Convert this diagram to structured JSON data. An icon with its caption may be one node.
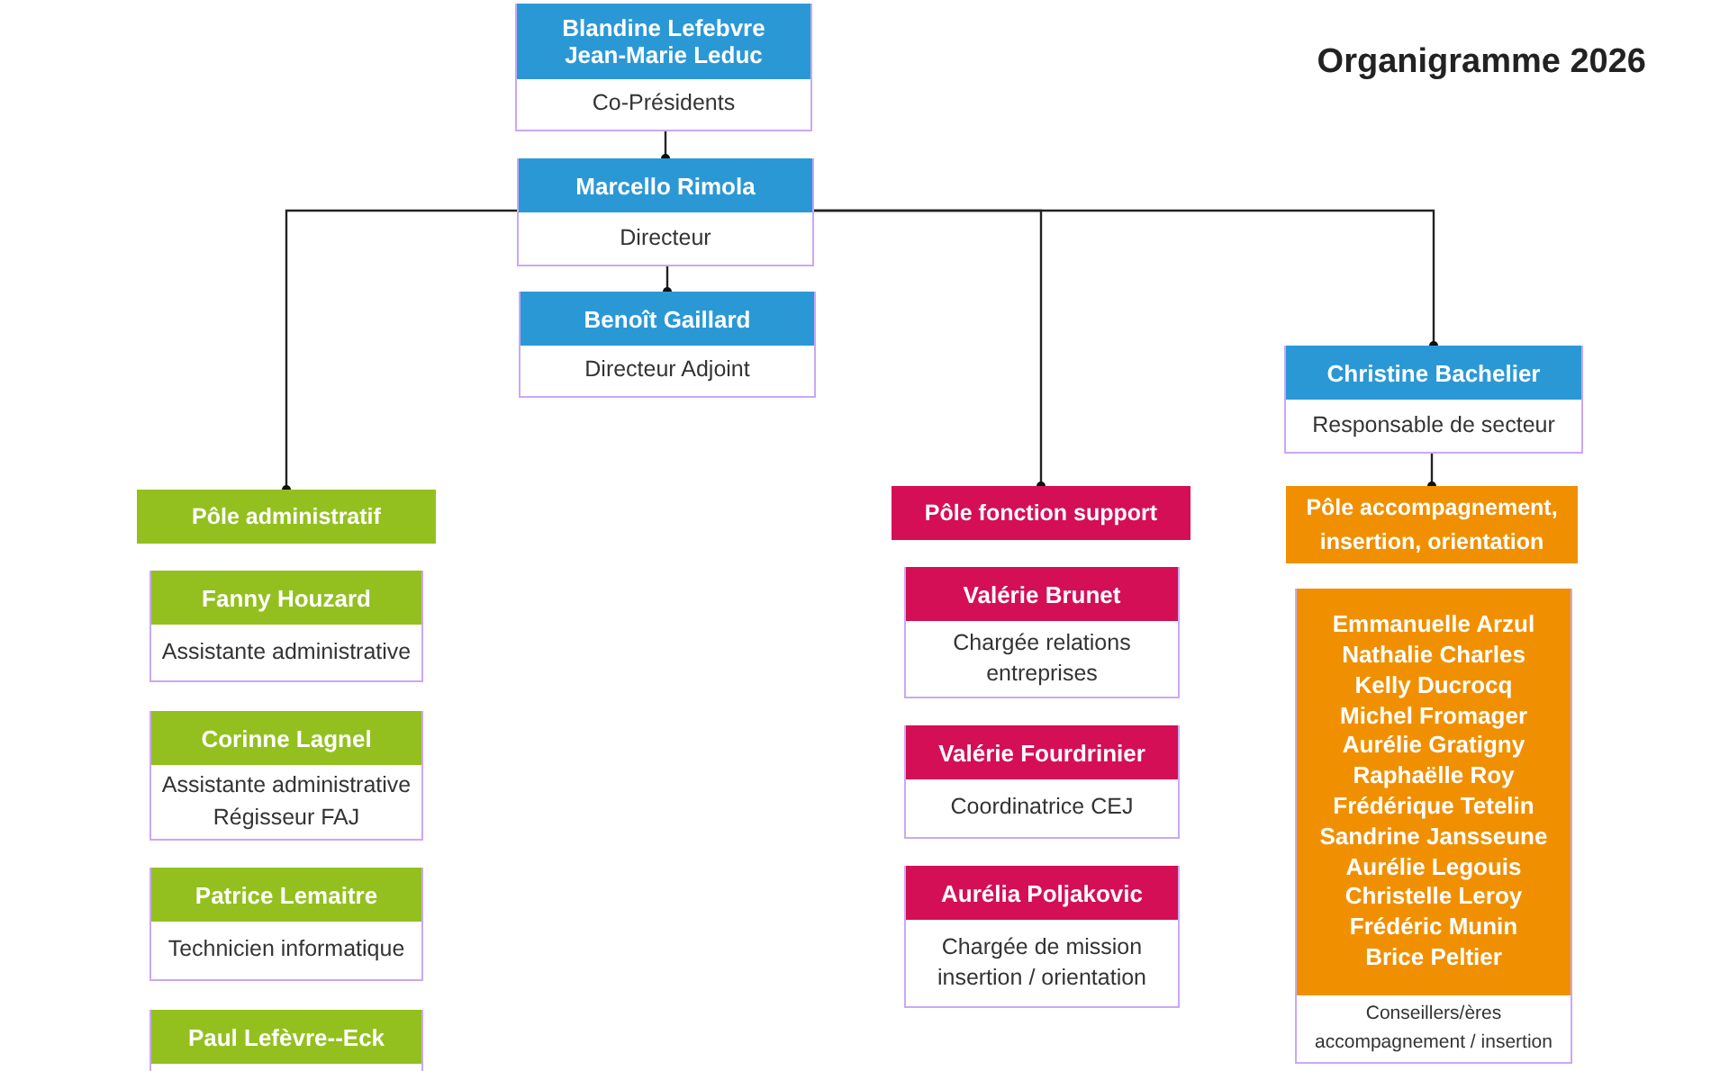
{
  "diagram": {
    "title": "Organigramme 2026",
    "nodes": [
      {
        "text": [
          "Blandine Lefebvre",
          "Jean-Marie Leduc",
          "Co-Présidents"
        ]
      },
      {
        "text": [
          "Marcello Rimola",
          "Directeur"
        ]
      },
      {
        "text": [
          "Benoît Gaillard",
          "Directeur Adjoint"
        ]
      },
      {
        "text": [
          "Pôle administratif"
        ]
      },
      {
        "text": [
          "Fanny Houzard",
          "Assistante administrative"
        ]
      },
      {
        "text": [
          "Corinne Lagnel",
          "Assistante administrative Régisseur FAJ"
        ]
      },
      {
        "text": [
          "Patrice Lemaitre",
          "Technicien informatique"
        ]
      },
      {
        "text": [
          "Paul Lefèvre--Eck"
        ]
      },
      {
        "text": [
          "Pôle fonction support"
        ]
      },
      {
        "text": [
          "Valérie Brunet",
          "Chargée relations entreprises"
        ]
      },
      {
        "text": [
          "Valérie Fourdrinier",
          "Coordinatrice CEJ"
        ]
      },
      {
        "text": [
          "Aurélia Poljakovic",
          "Chargée de mission insertion / orientation"
        ]
      },
      {
        "text": [
          "Christine Bachelier",
          "Responsable de secteur"
        ]
      },
      {
        "text": [
          "Pôle accompagnement, insertion, orientation"
        ]
      },
      {
        "text": [
          "Emmanuelle Arzul",
          "Nathalie Charles",
          "Kelly Ducrocq",
          "Michel Fromager",
          "Aurélie Gratigny",
          "Raphaëlle Roy",
          "Frédérique Tetelin",
          "Sandrine Jansseune",
          "Aurélie Legouis",
          "Christelle Leroy",
          "Frédéric Munin",
          "Brice Peltier",
          "Conseillers/ères accompagnement / insertion"
        ]
      }
    ],
    "edges": [
      {
        "from": 0,
        "to": 1,
        "arrow": "other"
      },
      {
        "from": 1,
        "to": 2,
        "arrow": "other"
      },
      {
        "from": 1,
        "to": 3,
        "arrow": "other"
      },
      {
        "from": 1,
        "to": 8,
        "arrow": "other"
      },
      {
        "from": 1,
        "to": 12,
        "arrow": "other"
      },
      {
        "from": 12,
        "to": 13,
        "arrow": "other"
      }
    ]
  }
}
